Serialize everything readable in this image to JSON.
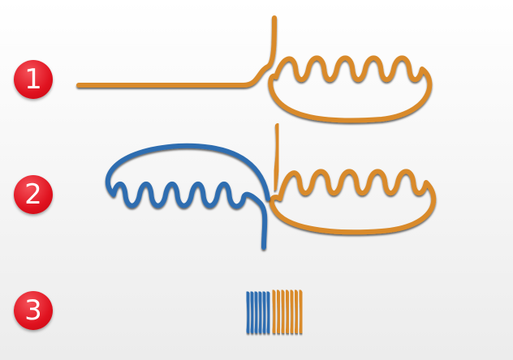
{
  "steps": [
    {
      "label": "1"
    },
    {
      "label": "2"
    },
    {
      "label": "3"
    }
  ],
  "colors": {
    "blue_line": "#2f6db0",
    "orange_line": "#d98a2a",
    "badge": "#e0121f"
  }
}
